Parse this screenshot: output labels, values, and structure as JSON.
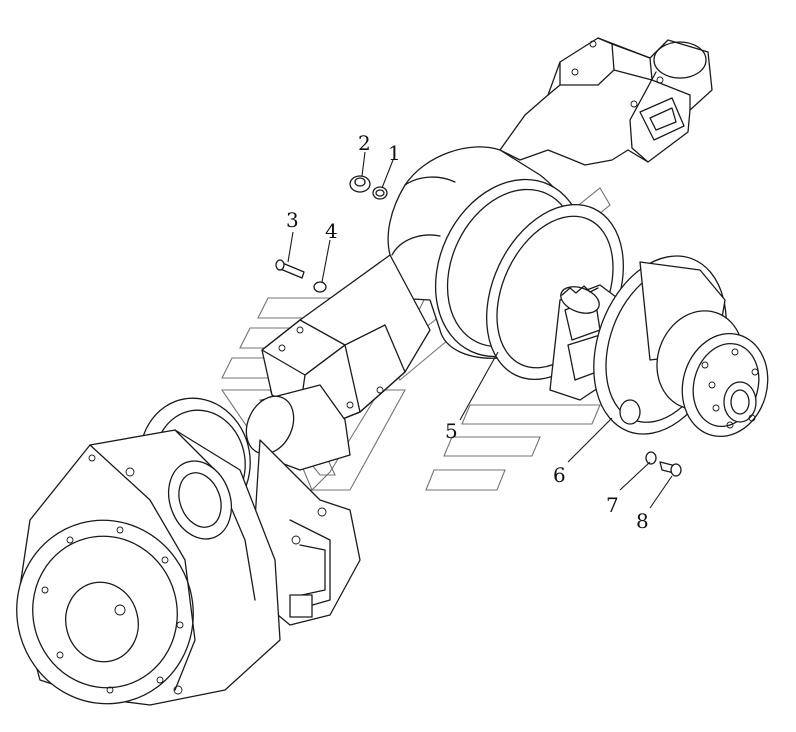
{
  "callouts": [
    {
      "label": "1"
    },
    {
      "label": "2"
    },
    {
      "label": "3"
    },
    {
      "label": "4"
    },
    {
      "label": "5"
    },
    {
      "label": "6"
    },
    {
      "label": "7"
    },
    {
      "label": "8"
    }
  ],
  "colors": {
    "line": "#1a1a1a",
    "watermark": "#5a5a5a",
    "background": "#ffffff"
  }
}
